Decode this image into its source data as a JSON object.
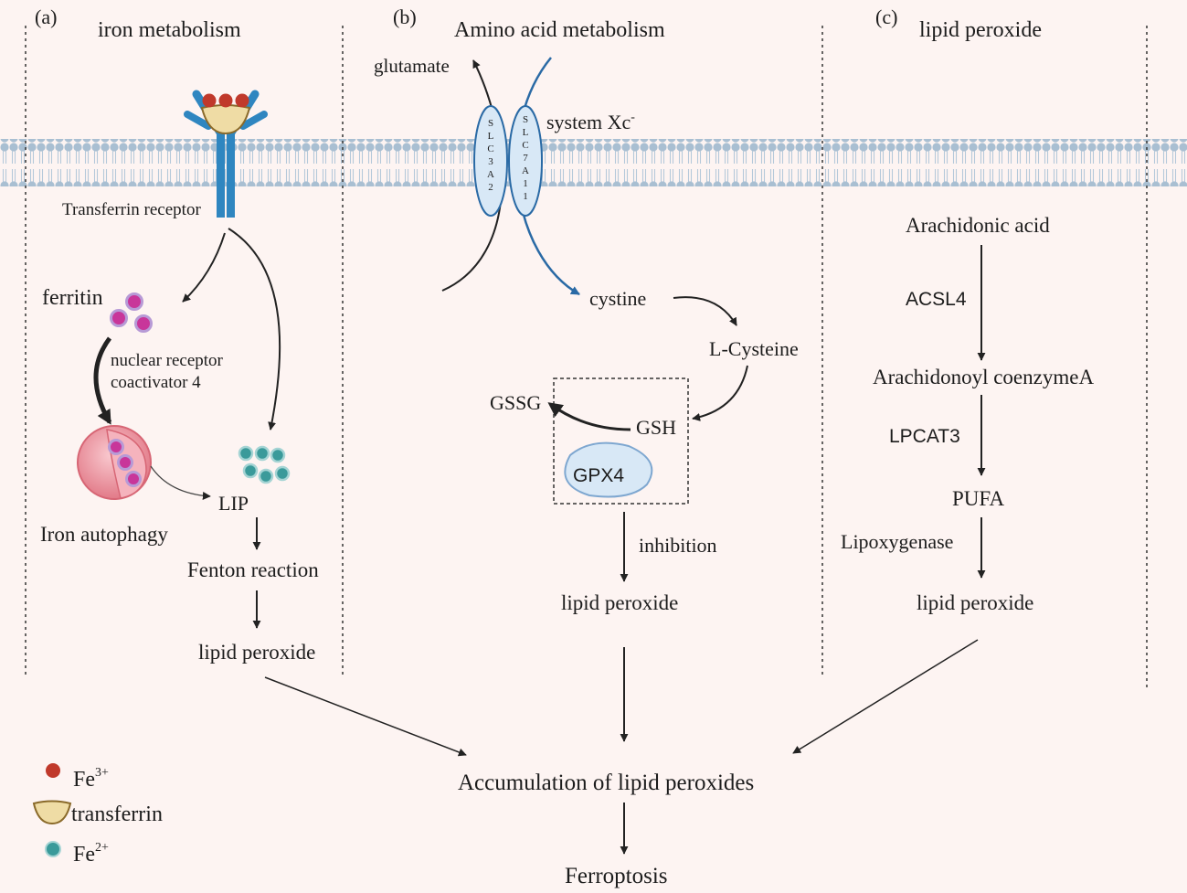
{
  "panels": {
    "a": {
      "letter": "(a)",
      "title": "iron metabolism"
    },
    "b": {
      "letter": "(b)",
      "title": "Amino acid metabolism"
    },
    "c": {
      "letter": "(c)",
      "title": "lipid peroxide"
    }
  },
  "iron": {
    "receptor": "Transferrin receptor",
    "ferritin": "ferritin",
    "ncoa_line1": "nuclear receptor",
    "ncoa_line2": "coactivator 4",
    "autophagy": "Iron autophagy",
    "lip": "LIP",
    "fenton": "Fenton reaction",
    "lipid_peroxide": "lipid peroxide"
  },
  "amino": {
    "glutamate": "glutamate",
    "system_xc": "system Xc",
    "system_xc_sup": "-",
    "slc3a2": [
      "S",
      "L",
      "C",
      "3",
      "A",
      "2"
    ],
    "slc7a11": [
      "S",
      "L",
      "C",
      "7",
      "A",
      "1",
      "1"
    ],
    "cystine": "cystine",
    "cysteine": "L-Cysteine",
    "gssg": "GSSG",
    "gsh": "GSH",
    "gpx4": "GPX4",
    "inhibition": "inhibition",
    "lipid_peroxide": "lipid peroxide"
  },
  "lipid": {
    "arachidonic": "Arachidonic acid",
    "acsl4": "ACSL4",
    "coa": "Arachidonoyl coenzymeA",
    "lpcat3": "LPCAT3",
    "pufa": "PUFA",
    "lox": "Lipoxygenase",
    "lipid_peroxide": "lipid peroxide"
  },
  "bottom": {
    "accumulation": "Accumulation of lipid peroxides",
    "ferroptosis": "Ferroptosis"
  },
  "legend": {
    "fe3": "Fe",
    "fe3_sup": "3+",
    "transferrin": "transferrin",
    "fe2": "Fe",
    "fe2_sup": "2+"
  },
  "colors": {
    "background": "#fdf4f2",
    "membrane": "#a9bfd2",
    "fe3": "#c0392b",
    "fe2": "#3a9a9a",
    "ferritin": "#c8369a",
    "receptor": "#2f86c0",
    "transporter_stroke": "#2a6aa5",
    "transporter_fill": "#d8e8f6"
  }
}
